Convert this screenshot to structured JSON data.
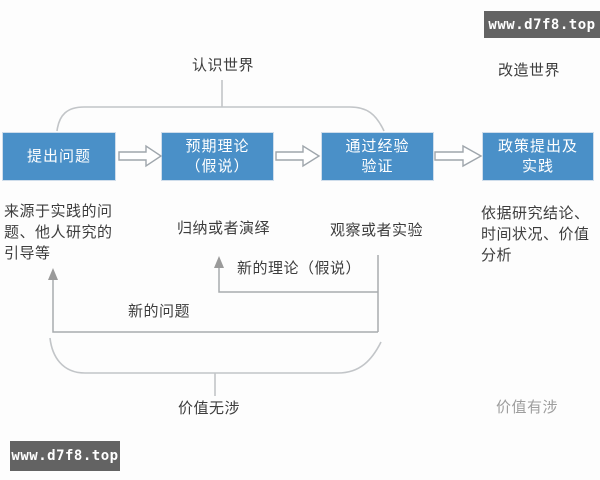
{
  "watermarks": {
    "top": "www.d7f8.top",
    "bottom": "www.d7f8.top"
  },
  "labels": {
    "understand_world": "认识世界",
    "transform_world": "改造世界",
    "value_free": "价值无涉",
    "value_laden": "价值有涉"
  },
  "flow": {
    "boxes": [
      {
        "id": "raise-question",
        "label": "提出问题"
      },
      {
        "id": "expected-theory",
        "label": "预期理论\n（假说）"
      },
      {
        "id": "empirical-verify",
        "label": "通过经验\n验证"
      },
      {
        "id": "policy-practice",
        "label": "政策提出及\n实践"
      }
    ],
    "notes": [
      {
        "for": "raise-question",
        "text": "来源于实践的问\n题、他人研究的\n引导等"
      },
      {
        "for": "expected-theory",
        "text": "归纳或者演绎"
      },
      {
        "for": "empirical-verify",
        "text": "观察或者实验"
      },
      {
        "for": "policy-practice",
        "text": "依据研究结论、\n时间状况、价值\n分析"
      }
    ],
    "feedback": {
      "new_theory": "新的理论（假说）",
      "new_problem": "新的问题"
    }
  },
  "colors": {
    "box_fill": "#4a90c8",
    "box_text": "#ffffff",
    "bracket_line": "#c2c5c8",
    "feedback_line": "#a8abae",
    "arrow_outline": "#9fa6ac",
    "text": "#3d3d3d",
    "faded_text": "#9e9e9e",
    "watermark_bg": "#636363",
    "watermark_text": "#ffffff"
  }
}
